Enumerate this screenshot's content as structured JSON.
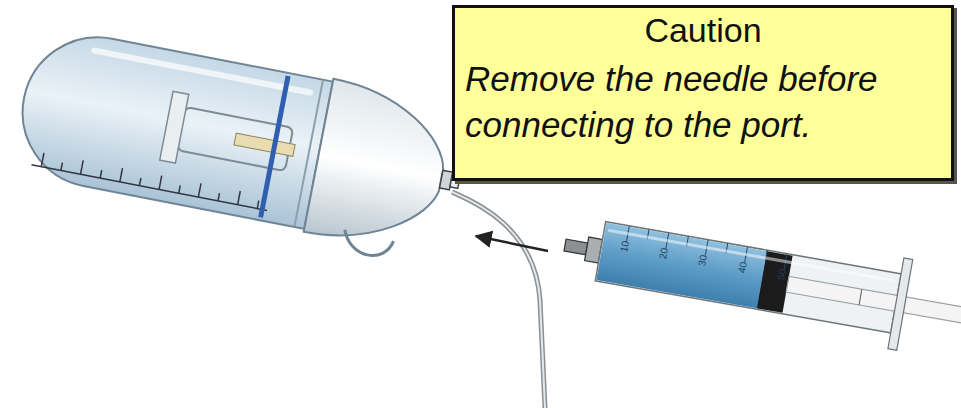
{
  "diagram": {
    "nodes": [
      {
        "text": [
          "Caution",
          "Remove the needle before connecting to the port."
        ]
      }
    ],
    "labels": [
      "10",
      "20",
      "30",
      "40",
      "50"
    ]
  }
}
